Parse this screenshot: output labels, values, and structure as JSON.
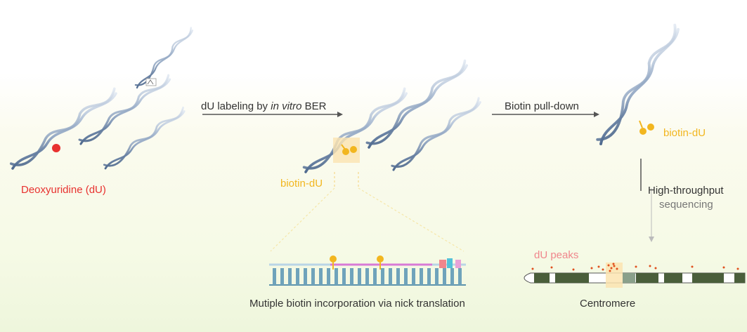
{
  "colors": {
    "strand_light": "#d8e2ee",
    "strand_dark": "#4f6a8f",
    "deoxyuridine": "#e8312f",
    "biotin": "#f2b61f",
    "dU_peaks": "#f0868c",
    "arrow": "#555555",
    "chromosome_dark": "#4a5e3a",
    "centromere": "#fbe4b0"
  },
  "steps": {
    "labeling": {
      "prefix": "dU labeling by ",
      "italic": "in vitro",
      "suffix": " BER"
    },
    "pulldown": "Biotin pull-down",
    "sequencing_line1": "High-throughput",
    "sequencing_line2": "sequencing"
  },
  "labels": {
    "deoxyuridine": "Deoxyuridine (dU)",
    "biotin_middle": "biotin-dU",
    "biotin_right": "biotin-dU",
    "nick_translation": "Mutiple biotin incorporation via nick translation",
    "dU_peaks": "dU peaks",
    "centromere": "Centromere"
  }
}
